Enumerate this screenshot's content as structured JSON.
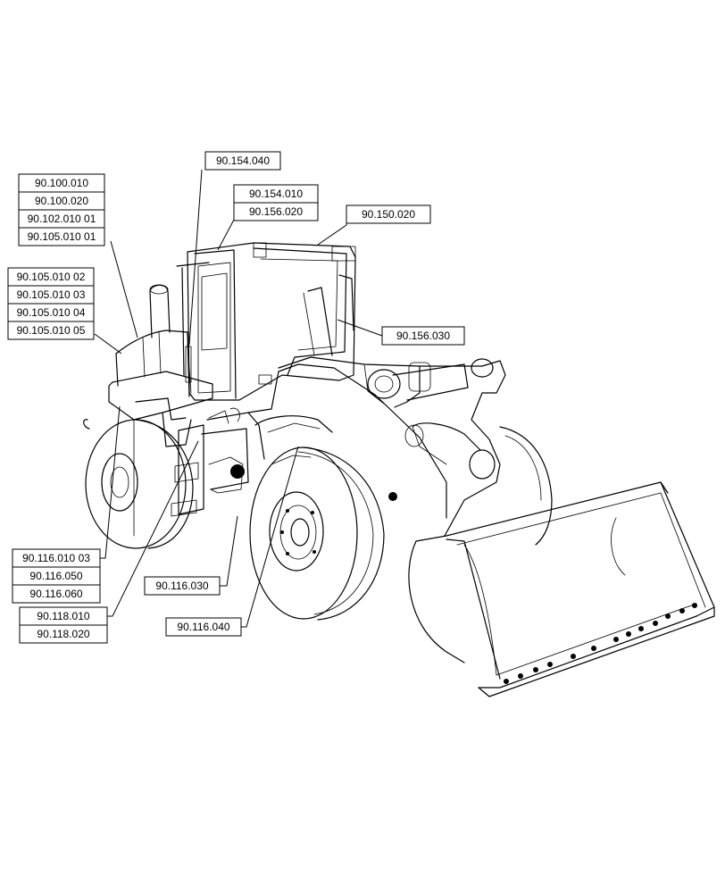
{
  "labels": [
    {
      "id": "g1a",
      "text": "90.100.010"
    },
    {
      "id": "g1b",
      "text": "90.100.020"
    },
    {
      "id": "g1c",
      "text": "90.102.010 01"
    },
    {
      "id": "g1d",
      "text": "90.105.010 01"
    },
    {
      "id": "g2a",
      "text": "90.105.010 02"
    },
    {
      "id": "g2b",
      "text": "90.105.010 03"
    },
    {
      "id": "g2c",
      "text": "90.105.010 04"
    },
    {
      "id": "g2d",
      "text": "90.105.010 05"
    },
    {
      "id": "s1",
      "text": "90.154.040"
    },
    {
      "id": "g3a",
      "text": "90.154.010"
    },
    {
      "id": "g3b",
      "text": "90.156.020"
    },
    {
      "id": "s2",
      "text": "90.150.020"
    },
    {
      "id": "s3",
      "text": "90.156.030"
    },
    {
      "id": "g4a",
      "text": "90.116.010 03"
    },
    {
      "id": "g4b",
      "text": "90.116.050"
    },
    {
      "id": "g4c",
      "text": "90.116.060"
    },
    {
      "id": "s4",
      "text": "90.116.030"
    },
    {
      "id": "g5a",
      "text": "90.118.010"
    },
    {
      "id": "g5b",
      "text": "90.118.020"
    },
    {
      "id": "s5",
      "text": "90.116.040"
    }
  ],
  "colors": {
    "line": "#000000",
    "background": "#ffffff"
  }
}
